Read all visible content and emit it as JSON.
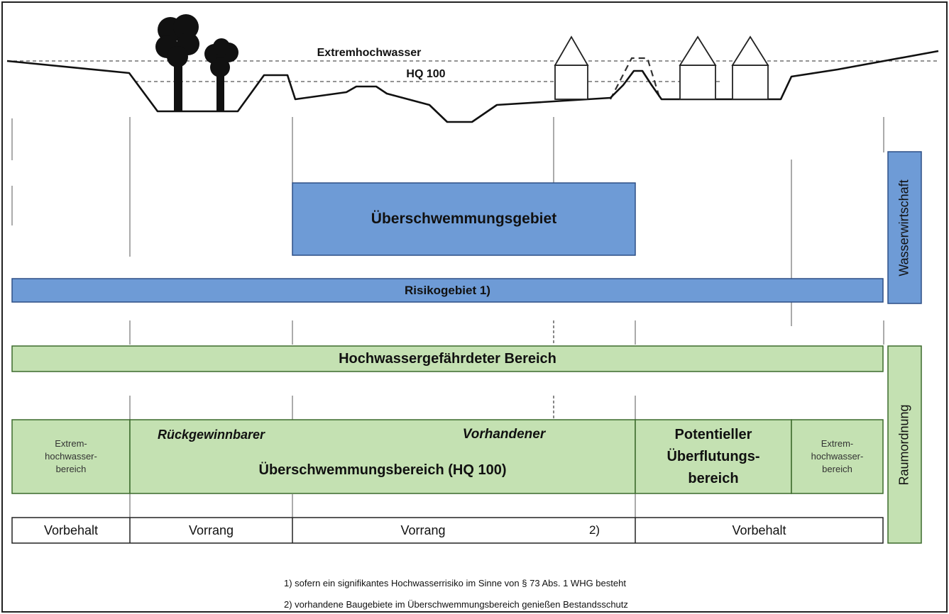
{
  "profile": {
    "extreme_label": "Extremhochwasser",
    "hq_label": "HQ 100"
  },
  "water_management": {
    "side_label": "Wasserwirtschaft",
    "flood_area": "Überschwemmungsgebiet",
    "risk_area": "Risikogebiet 1)"
  },
  "spatial_planning": {
    "side_label": "Raumordnung",
    "flood_endangered": "Hochwassergefährdeter Bereich",
    "extreme_left": [
      "Extrem-",
      "hochwasser-",
      "bereich"
    ],
    "recoverable": "Rückgewinnbarer",
    "existing": "Vorhandener",
    "flood_zone": "Überschwemmungsbereich (HQ 100)",
    "potential": [
      "Potentieller",
      "Überflutungs-",
      "bereich"
    ],
    "extreme_right": [
      "Extrem-",
      "hochwasser-",
      "bereich"
    ]
  },
  "priority_row": [
    "Vorbehalt",
    "Vorrang",
    "Vorrang",
    "2)",
    "Vorbehalt"
  ],
  "footnotes": [
    "1) sofern ein signifikantes Hochwasserrisiko im Sinne von § 73 Abs. 1 WHG besteht",
    "2) vorhandene Baugebiete im Überschwemmungsbereich genießen Bestandsschutz"
  ],
  "colors": {
    "blue_fill": "#6e9bd6",
    "blue_stroke": "#2d4f86",
    "green_fill": "#c4e1b2",
    "green_stroke": "#3c6a2c"
  }
}
